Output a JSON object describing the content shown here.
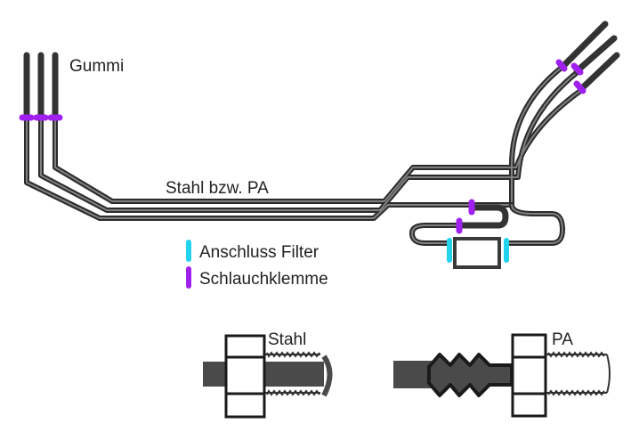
{
  "labels": {
    "rubber": "Gummi",
    "steel_pa": "Stahl bzw. PA",
    "steel_detail": "Stahl",
    "pa_detail": "PA"
  },
  "legend": [
    {
      "label": "Anschluss Filter",
      "color": "#22d3ee"
    },
    {
      "label": "Schlauchklemme",
      "color": "#a020f0"
    }
  ],
  "colors": {
    "pipe_outer": "#2b2b2b",
    "pipe_inner": "#777777",
    "hose": "#3a3a3a",
    "filter_connector": "#22d3ee",
    "hose_clamp": "#a020f0"
  }
}
